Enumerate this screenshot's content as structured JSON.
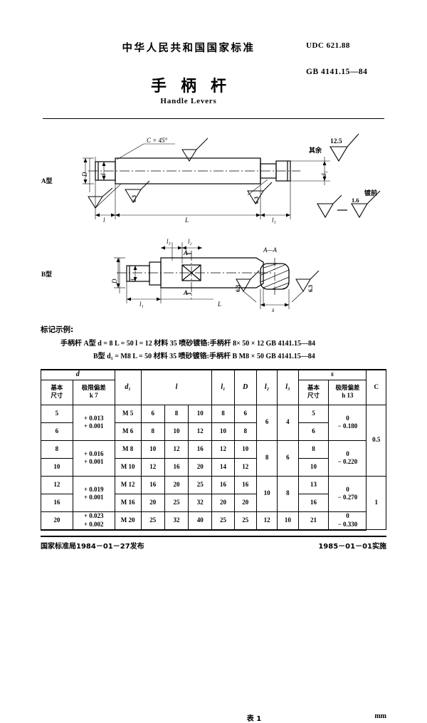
{
  "header": {
    "cn_standard_line": "中华人民共和国国家标准",
    "udc": "UDC 621.88",
    "standard_no": "GB 4141.15—84",
    "title_cn": "手柄杆",
    "title_en": "Handle Levers"
  },
  "drawing": {
    "type_a_label": "A型",
    "type_b_label": "B型",
    "chamfer_note": "C × 45°",
    "dim_D": "D",
    "dim_d": "d",
    "dim_d1": "d₁",
    "dim_l": "l",
    "dim_L": "L",
    "dim_l1": "l₁",
    "dim_l2": "l₂",
    "dim_l3": "l₃",
    "dim_s": "s",
    "section_label": "A—A",
    "section_mark": "A",
    "rough_63": "6.3",
    "rough_125": "12.5",
    "rough_16": "1.6",
    "rest_label": "其余",
    "before_plating_label": "镀前",
    "equals_sign": "="
  },
  "marking": {
    "title": "标记示例:",
    "line_a": "手柄杆 A型 d = 8   L = 50 l = 12 材料 35 喷砂镀铬:手柄杆  8× 50 × 12  GB  4141.15—84",
    "line_b": "B型 d₁ = M8 L = 50          材料 35 喷砂镀铬:手柄杆 B M8 × 50  GB  4141.15—84",
    "table_caption": "表 1",
    "unit": "mm"
  },
  "table": {
    "header": {
      "d_group": "d",
      "d_basic": "基本",
      "d_basic2": "尺寸",
      "d_tol": "极限偏差",
      "d_tol_class": "k 7",
      "d1": "d₁",
      "l": "l",
      "l1": "l₁",
      "D": "D",
      "l2": "l₂",
      "l3": "l₃",
      "s_group": "s",
      "s_basic": "基本",
      "s_basic2": "尺寸",
      "s_tol": "极限偏差",
      "s_tol_class": "h 13",
      "C": "C"
    },
    "rows": [
      {
        "d": "5",
        "d_tol_hi": "+ 0.013",
        "d_tol_lo": "+ 0.001",
        "d1": "M 5",
        "l_a": "6",
        "l_b": "8",
        "l_c": "10",
        "l1": "8",
        "D": "6",
        "l2": "6",
        "l3": "4",
        "s": "5",
        "s_tol_hi": "0",
        "s_tol_lo": "− 0.180",
        "C": "0.5"
      },
      {
        "d": "6",
        "d_tol_hi": "",
        "d_tol_lo": "",
        "d1": "M 6",
        "l_a": "8",
        "l_b": "10",
        "l_c": "12",
        "l1": "10",
        "D": "8",
        "l2": "",
        "l3": "",
        "s": "6",
        "s_tol_hi": "",
        "s_tol_lo": "",
        "C": ""
      },
      {
        "d": "8",
        "d_tol_hi": "+ 0.016",
        "d_tol_lo": "+ 0.001",
        "d1": "M 8",
        "l_a": "10",
        "l_b": "12",
        "l_c": "16",
        "l1": "12",
        "D": "10",
        "l2": "8",
        "l3": "6",
        "s": "8",
        "s_tol_hi": "0",
        "s_tol_lo": "− 0.220",
        "C": ""
      },
      {
        "d": "10",
        "d_tol_hi": "",
        "d_tol_lo": "",
        "d1": "M 10",
        "l_a": "12",
        "l_b": "16",
        "l_c": "20",
        "l1": "14",
        "D": "12",
        "l2": "",
        "l3": "",
        "s": "10",
        "s_tol_hi": "",
        "s_tol_lo": "",
        "C": ""
      },
      {
        "d": "12",
        "d_tol_hi": "+ 0.019",
        "d_tol_lo": "+ 0.001",
        "d1": "M 12",
        "l_a": "16",
        "l_b": "20",
        "l_c": "25",
        "l1": "16",
        "D": "16",
        "l2": "10",
        "l3": "8",
        "s": "13",
        "s_tol_hi": "0",
        "s_tol_lo": "− 0.270",
        "C": "1"
      },
      {
        "d": "16",
        "d_tol_hi": "",
        "d_tol_lo": "",
        "d1": "M 16",
        "l_a": "20",
        "l_b": "25",
        "l_c": "32",
        "l1": "20",
        "D": "20",
        "l2": "",
        "l3": "",
        "s": "16",
        "s_tol_hi": "",
        "s_tol_lo": "",
        "C": ""
      },
      {
        "d": "20",
        "d_tol_hi": "+ 0.023",
        "d_tol_lo": "+ 0.002",
        "d1": "M 20",
        "l_a": "25",
        "l_b": "32",
        "l_c": "40",
        "l1": "25",
        "D": "25",
        "l2": "12",
        "l3": "10",
        "s": "21",
        "s_tol_hi": "0",
        "s_tol_lo": "− 0.330",
        "C": ""
      }
    ]
  },
  "footer": {
    "issued": "国家标准局1984－01－27发布",
    "effective": "1985－01－01实施"
  }
}
